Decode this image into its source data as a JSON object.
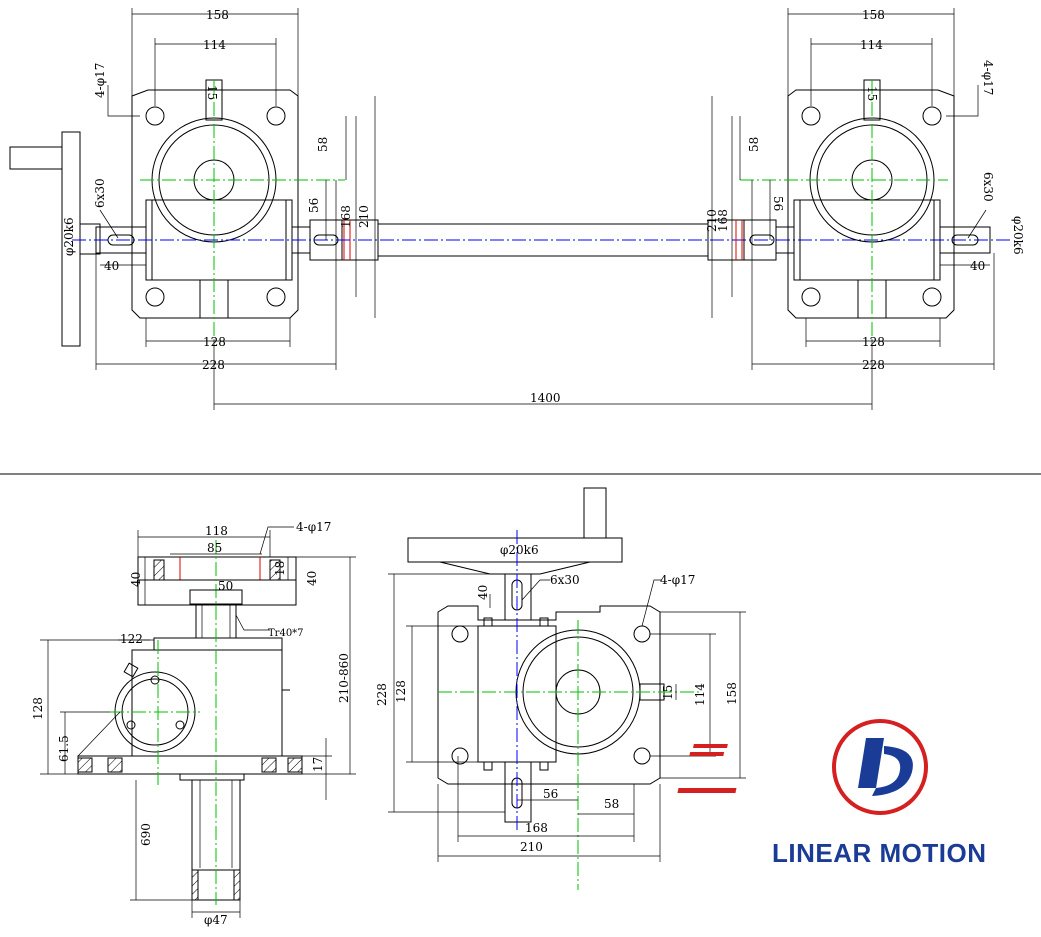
{
  "dims_top": {
    "d158": "158",
    "d114": "114",
    "d15": "15",
    "d4phi17": "4-φ17",
    "d58": "58",
    "d56": "56",
    "d168": "168",
    "d210": "210",
    "d6x30": "6x30",
    "d20k6": "φ20k6",
    "d40": "40",
    "d128": "128",
    "d228": "228",
    "d1400": "1400"
  },
  "dims_side": {
    "d118": "118",
    "d85": "85",
    "d4phi17": "4-φ17",
    "d50": "50",
    "d40a": "40",
    "d18": "18",
    "d40b": "40",
    "tr": "Tr40*7",
    "d122": "122",
    "d128": "128",
    "d615": "61.5",
    "d210860": "210-860",
    "d17": "17",
    "d690": "690",
    "d47": "φ47"
  },
  "dims_front": {
    "d20k6": "φ20k6",
    "d6x30": "6x30",
    "d40": "40",
    "d4phi17": "4-φ17",
    "d228": "228",
    "d128": "128",
    "d15": "15",
    "d114": "114",
    "d158": "158",
    "d56": "56",
    "d58": "58",
    "d168": "168",
    "d210": "210"
  },
  "logo": {
    "brand": "LINEAR MOTION",
    "mark_color": "#1a3b96",
    "ring_color": "#d42020"
  }
}
